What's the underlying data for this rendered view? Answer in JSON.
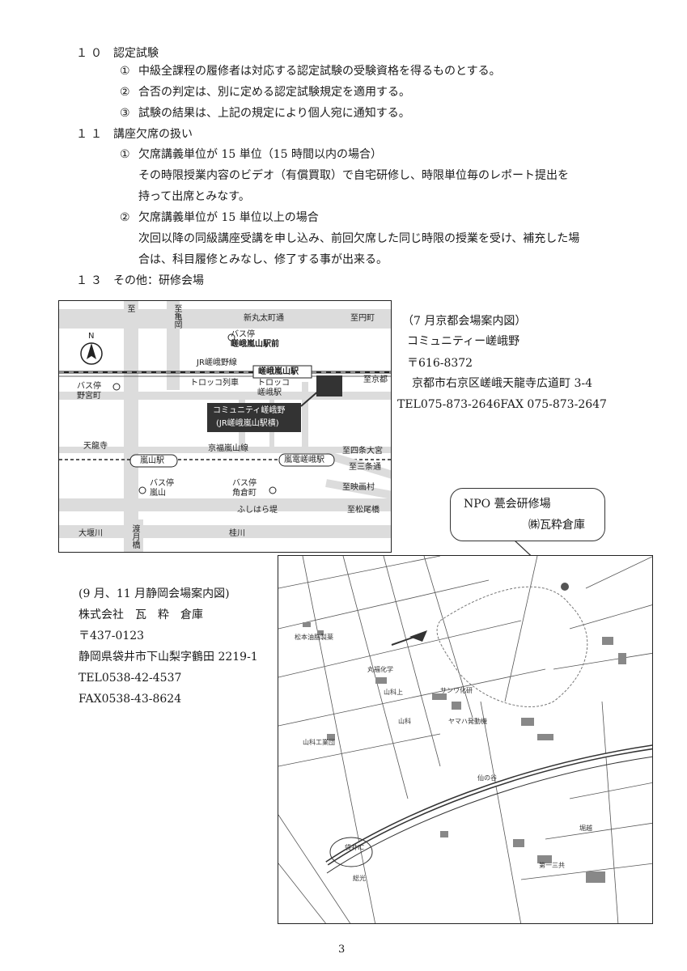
{
  "sections": {
    "s10": {
      "number": "１０",
      "title": "認定試験",
      "items": [
        {
          "marker": "①",
          "text": "中級全課程の履修者は対応する認定試験の受験資格を得るものとする。"
        },
        {
          "marker": "②",
          "text": "合否の判定は、別に定める認定試験規定を適用する。"
        },
        {
          "marker": "③",
          "text": "試験の結果は、上記の規定により個人宛に通知する。"
        }
      ]
    },
    "s11": {
      "number": "１１",
      "title": "講座欠席の扱い",
      "item1": {
        "marker": "①",
        "text": "欠席講義単位が 15 単位（15 時間以内の場合）",
        "line2": "その時限授業内容のビデオ（有償買取）で自宅研修し、時限単位毎のレポート提出を",
        "line3": "持って出席とみなす。"
      },
      "item2": {
        "marker": "②",
        "text": "欠席講義単位が 15 単位以上の場合",
        "line2": "次回以降の同級講座受講を申し込み、前回欠席した同じ時限の授業を受け、補充した場",
        "line3": "合は、科目履修とみなし、修了する事が出来る。"
      }
    },
    "s13": {
      "number": "１３",
      "title": "その他：研修会場"
    }
  },
  "kyoto_map": {
    "labels": {
      "shin_marutamachi": "新丸太町通",
      "to_enmachi": "至円町",
      "to_kameoka": "至亀岡",
      "to_kyoto": "至京都",
      "to_nijo": "至",
      "bus_saga_arashiyama": "バス停",
      "bus_saga_arashiyama2": "嵯峨嵐山駅前",
      "jr_line": "JR嵯峨野線",
      "saga_arashiyama_st": "嵯峨嵐山駅",
      "torokko": "トロッコ列車",
      "torokko_st1": "トロッコ",
      "torokko_st2": "嵯峨駅",
      "community_name": "コミュニティ嵯峨野",
      "community_sub": "(JR嵯峨嵐山駅横)",
      "bus_nonomiya1": "バス停",
      "bus_nonomiya2": "野宮町",
      "tenryuji": "天龍寺",
      "keifuku_line": "京福嵐山線",
      "arashiyama_st": "嵐山駅",
      "randen_saga_st": "嵐電嵯峨駅",
      "to_shijo_omiya": "至四条大宮",
      "to_sanjo": "至三条通",
      "to_uzumasa": "至映画村",
      "bus_arashiyama1": "バス停",
      "bus_arashiyama2": "嵐山",
      "bus_kadokura1": "バス停",
      "bus_kadokura2": "角倉町",
      "fushihara": "ふしはら堤",
      "to_matsuo": "至松尾橋",
      "oicegawa": "大堰川",
      "togetsukyo": "渡月橋",
      "katsuragawa": "桂川",
      "to_oomiya_v": "至",
      "north": "N"
    }
  },
  "kyoto_info": {
    "heading": "（7 月京都会場案内図）",
    "name": "コミュニティー嵯峨野",
    "postal": "〒616-8372",
    "address": "京都市右京区嵯峨天龍寺広道町 3-4",
    "tel_fax": "TEL075-873-2646FAX 075-873-2647"
  },
  "shizuoka_callout": {
    "line1": "NPO 甍会研修場",
    "line2": "㈱瓦粋倉庫"
  },
  "shizuoka_info": {
    "heading": "(9 月、11 月静岡会場案内図)",
    "company": "株式会社　瓦　粋　倉庫",
    "postal": "〒437-0123",
    "address": "静岡県袋井市下山梨字鶴田 2219-1",
    "tel": "TEL0538-42-4537",
    "fax": "FAX0538-43-8624"
  },
  "shizuoka_map": {
    "labels": {
      "matsumoto": "松本油脂製薬",
      "marufuku": "丸福化学",
      "sanwa": "サンワ化研",
      "yamakawa": "山科上",
      "yamashina": "山科",
      "yamaha": "ヤマハ発動機",
      "yamashina_kogyo": "山科工業団",
      "senno": "仙の谷",
      "fukuroi_ic": "袋井IC",
      "soko": "総光",
      "daiichi": "第一三共",
      "horikoshi": "堀越"
    }
  },
  "page_number": "3"
}
